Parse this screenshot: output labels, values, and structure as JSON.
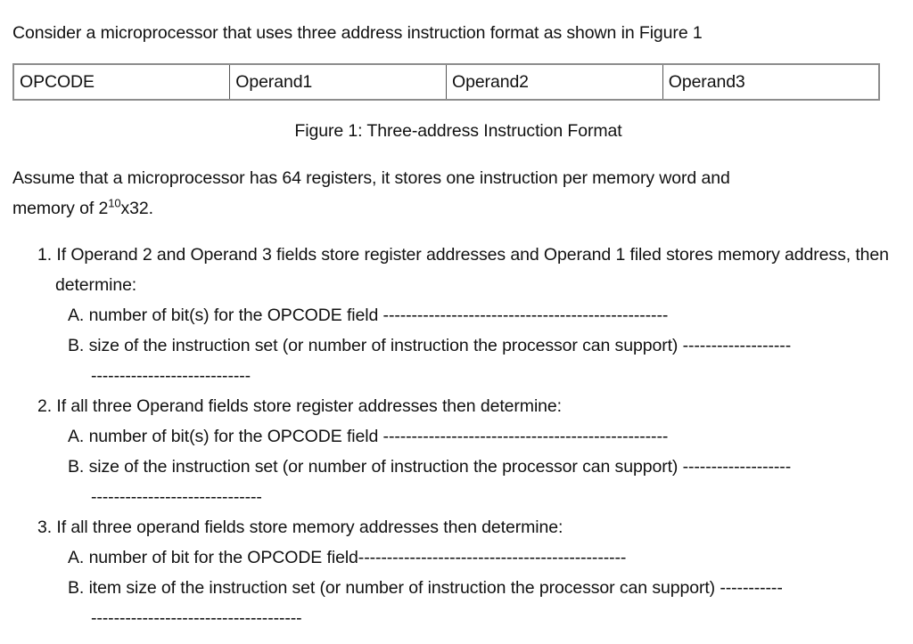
{
  "intro": "Consider a microprocessor that uses three address instruction format as shown in Figure 1",
  "figure": {
    "columns": [
      "OPCODE",
      "Operand1",
      "Operand2",
      "Operand3"
    ],
    "caption": "Figure 1: Three-address Instruction Format"
  },
  "assumption": {
    "line1": "Assume that a microprocessor has 64 registers, it stores one instruction per memory word and",
    "line2_prefix": "memory of 2",
    "line2_exponent": "10",
    "line2_suffix": "x32."
  },
  "questions": [
    {
      "number": "1.",
      "text": "If Operand 2 and Operand 3 fields store register addresses and Operand 1 filed stores memory address, then determine:",
      "parts": [
        {
          "label": "A.",
          "text": "number of bit(s) for the OPCODE field",
          "dashes": " --------------------------------------------------"
        },
        {
          "label": "B.",
          "text": "size of the instruction set (or number of instruction the processor can support)",
          "dashes": " -------------------"
        }
      ],
      "wrap_dashes": "----------------------------"
    },
    {
      "number": "2.",
      "text": "If all three Operand fields store register addresses then determine:",
      "parts": [
        {
          "label": "A.",
          "text": "number of bit(s) for the OPCODE field",
          "dashes": " --------------------------------------------------"
        },
        {
          "label": "B.",
          "text": "size of the instruction set (or number of instruction the processor can support)",
          "dashes": " -------------------"
        }
      ],
      "wrap_dashes": "------------------------------"
    },
    {
      "number": "3.",
      "text": "If all three operand fields store memory addresses then determine:",
      "parts": [
        {
          "label": "A.",
          "text": "number of bit for the OPCODE field",
          "dashes": "-----------------------------------------------"
        },
        {
          "label": "B.",
          "text": "item size of the instruction set (or number of instruction the processor can support)",
          "dashes": " -----------"
        }
      ],
      "wrap_dashes": "-------------------------------------"
    }
  ]
}
